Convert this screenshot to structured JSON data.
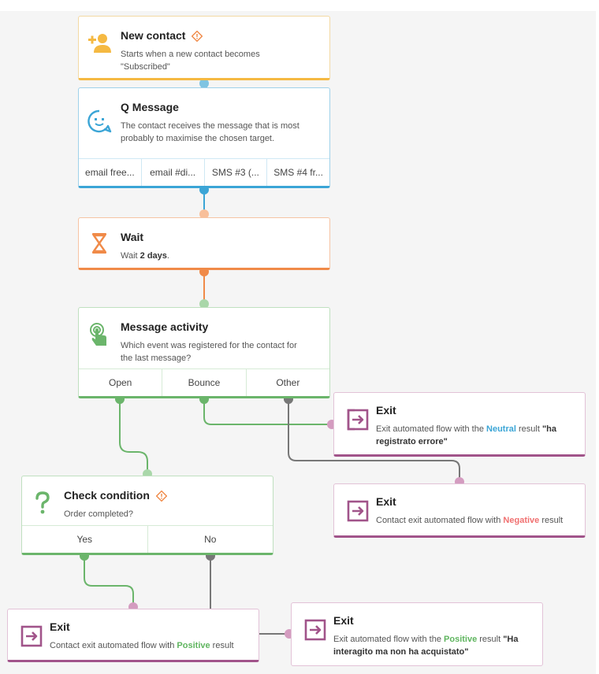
{
  "colors": {
    "start": "#f5b942",
    "qmessage": "#3ba5d6",
    "wait": "#f08a48",
    "activity": "#6bb56b",
    "exit": "#a1548a",
    "neutral": "#3ba5d6",
    "negative": "#f07070",
    "positive": "#5fb55f",
    "grey": "#777777"
  },
  "nodes": {
    "new_contact": {
      "icon": "add-user-icon",
      "title": "New contact",
      "desc_line1": "Starts when a new contact becomes",
      "desc_line2": "\"Subscribed\""
    },
    "q_message": {
      "icon": "chat-face-icon",
      "title": "Q Message",
      "desc_line1": "The contact receives the message that is most",
      "desc_line2": "probably to maximise the chosen target.",
      "variants": [
        "email free...",
        "email #di...",
        "SMS #3 (...",
        "SMS #4 fr..."
      ]
    },
    "wait": {
      "icon": "hourglass-icon",
      "title": "Wait",
      "desc_prefix": "Wait ",
      "desc_bold": "2 days",
      "desc_suffix": "."
    },
    "message_activity": {
      "icon": "tap-finger-icon",
      "title": "Message activity",
      "desc_line1": "Which event was registered for the contact for",
      "desc_line2": "the last message?",
      "branches": [
        "Open",
        "Bounce",
        "Other"
      ]
    },
    "check_condition": {
      "icon": "question-icon",
      "title": "Check condition",
      "desc_line1": "Order completed?",
      "branches": [
        "Yes",
        "No"
      ]
    },
    "exit_neutral": {
      "icon": "exit-icon",
      "title": "Exit",
      "desc_prefix": "Exit automated flow with the ",
      "desc_highlight": "Neutral",
      "desc_mid": " result ",
      "desc_bold1": "\"ha",
      "desc_bold2": "registrato errore\""
    },
    "exit_negative": {
      "icon": "exit-icon",
      "title": "Exit",
      "desc_prefix": "Contact exit automated flow with ",
      "desc_highlight": "Negative",
      "desc_suffix": " result"
    },
    "exit_positive": {
      "icon": "exit-icon",
      "title": "Exit",
      "desc_prefix": "Contact exit automated flow with ",
      "desc_highlight": "Positive",
      "desc_suffix": " result"
    },
    "exit_positive_interaction": {
      "icon": "exit-icon",
      "title": "Exit",
      "desc_prefix": "Exit automated flow with the ",
      "desc_highlight": "Positive",
      "desc_mid": " result ",
      "desc_bold1": "\"Ha",
      "desc_bold2": "interagito ma non ha acquistato\""
    }
  }
}
